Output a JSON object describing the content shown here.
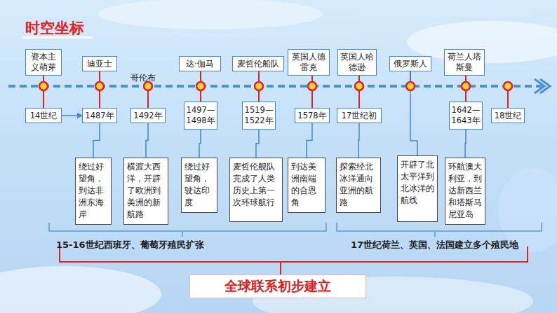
{
  "diagram": {
    "title": "时空坐标",
    "nodes": [
      {
        "text": [
          "资本主义萌芽"
        ]
      },
      {
        "text": [
          "迪亚士"
        ]
      },
      {
        "text": [
          "达·伽马"
        ]
      },
      {
        "text": [
          "麦哲伦船队"
        ]
      },
      {
        "text": [
          "英国人德雷克"
        ]
      },
      {
        "text": [
          "英国人哈德逊"
        ]
      },
      {
        "text": [
          "俄罗斯人"
        ]
      },
      {
        "text": [
          "荷兰人塔斯曼"
        ]
      },
      {
        "text": [
          "14世纪"
        ]
      },
      {
        "text": [
          "1487年"
        ]
      },
      {
        "text": [
          "1492年"
        ]
      },
      {
        "text": [
          "1497—1498年"
        ]
      },
      {
        "text": [
          "1519—1522年"
        ]
      },
      {
        "text": [
          "1578年"
        ]
      },
      {
        "text": [
          "17世纪初"
        ]
      },
      {
        "text": [
          "1642—1643年"
        ]
      },
      {
        "text": [
          "18世纪"
        ]
      },
      {
        "text": [
          "绕过好望角，到达非洲东海岸"
        ]
      },
      {
        "text": [
          "横渡大西洋，开辟了欧洲到美洲的新航路"
        ]
      },
      {
        "text": [
          "绕过好望角，驶达印度"
        ]
      },
      {
        "text": [
          "麦哲伦舰队完成了人类历史上第一次环球航行"
        ]
      },
      {
        "text": [
          "到达美洲南端的合恩角"
        ]
      },
      {
        "text": [
          "探索经北冰洋通向亚洲的航路"
        ]
      },
      {
        "text": [
          "开辟了北太平洋到北冰洋的航线"
        ]
      },
      {
        "text": [
          "环航澳大利亚，到达新西兰和塔斯马尼亚岛"
        ]
      },
      {
        "text": [
          "全球联系初步建立"
        ]
      }
    ],
    "edges": [
      {
        "from": 8,
        "to": 9,
        "arrow": "to"
      },
      {
        "from": 9,
        "to": 17,
        "arrow": "none"
      },
      {
        "from": 10,
        "to": 18,
        "arrow": "none"
      },
      {
        "from": 11,
        "to": 19,
        "arrow": "none"
      },
      {
        "from": 12,
        "to": 20,
        "arrow": "none"
      },
      {
        "from": 13,
        "to": 21,
        "arrow": "none"
      },
      {
        "from": 14,
        "to": 22,
        "arrow": "none"
      },
      {
        "from": 6,
        "to": 23,
        "arrow": "none"
      },
      {
        "from": 15,
        "to": 24,
        "arrow": "none"
      }
    ],
    "labels": [
      "哥伦布",
      "15-16世纪西班牙、葡萄牙殖民扩张",
      "17世纪荷兰、英国、法国建立多个殖民地"
    ]
  }
}
